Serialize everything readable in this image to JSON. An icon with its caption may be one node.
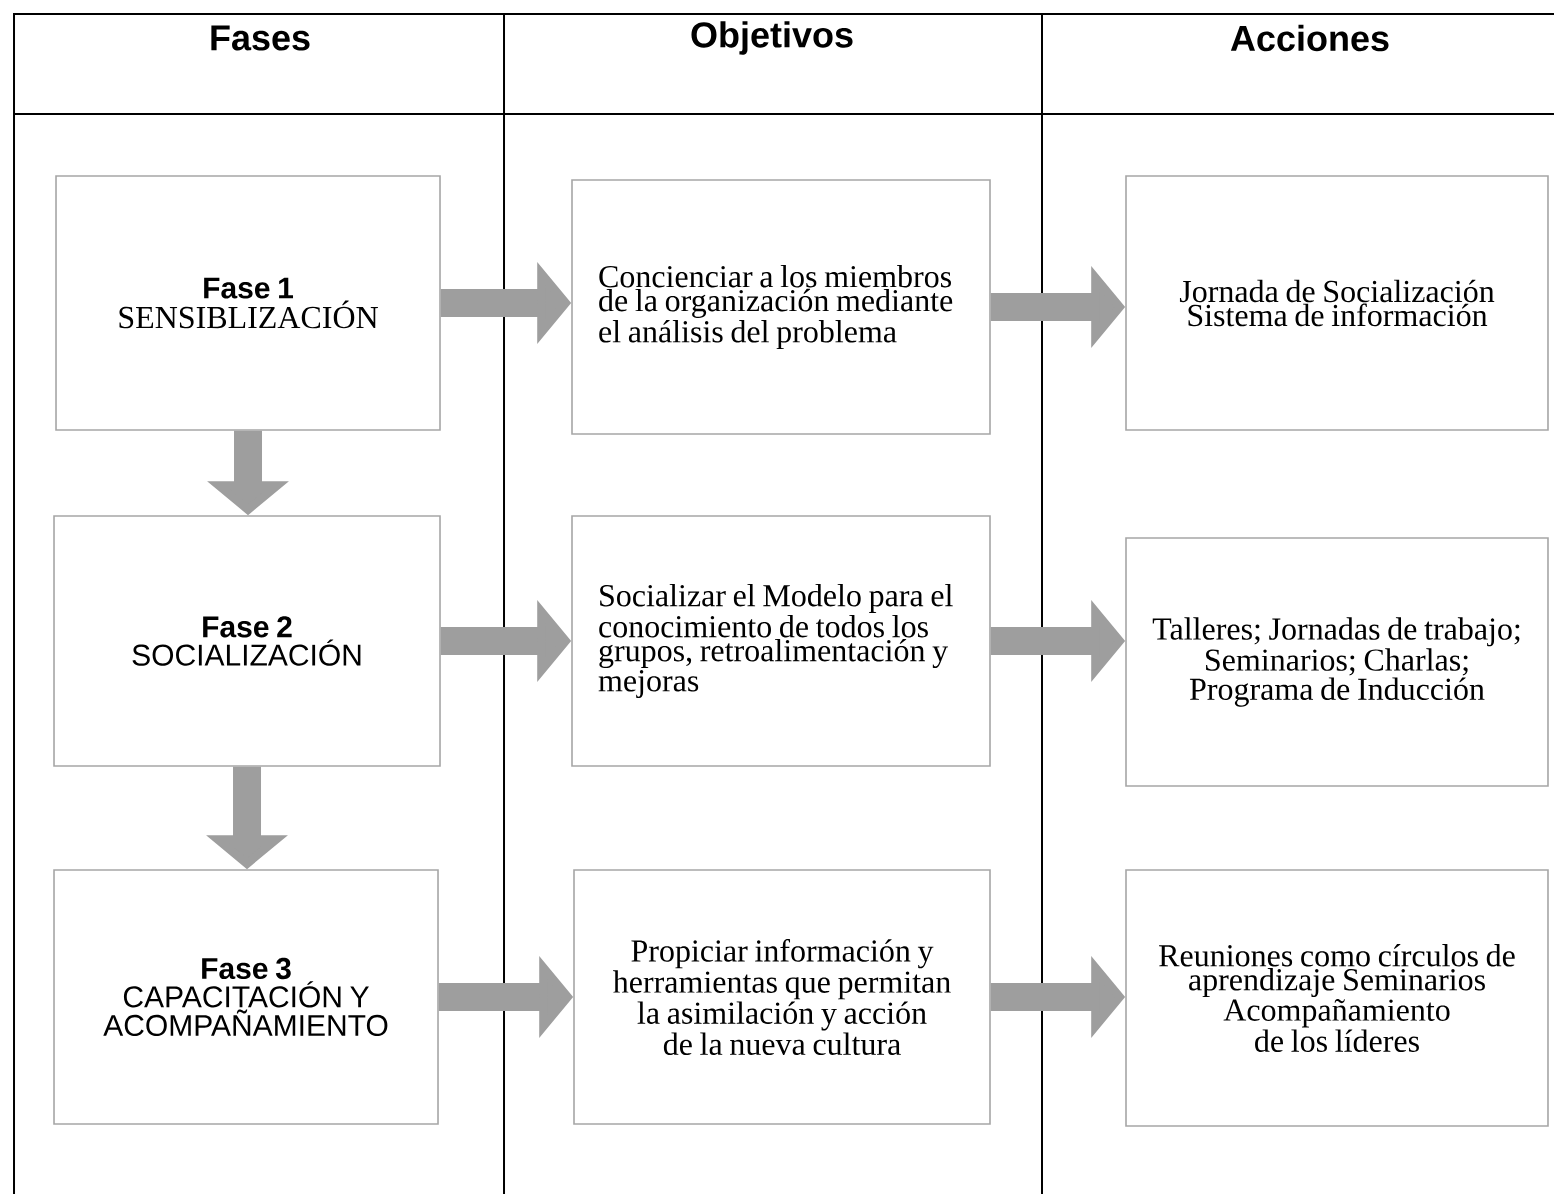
{
  "diagram": {
    "nodes": [
      {
        "text": [
          "Fase 1",
          "SENSIBLIZACIÓN"
        ]
      },
      {
        "text": [
          "Concienciar a los miembros de la organización mediante el análisis del problema"
        ]
      },
      {
        "text": [
          "Jornada de Socialización Sistema de información"
        ]
      },
      {
        "text": [
          "Fase 2",
          "SOCIALIZACIÓN"
        ]
      },
      {
        "text": [
          "Socializar el Modelo para el conocimiento de todos los grupos, retroalimentación y mejoras"
        ]
      },
      {
        "text": [
          "Talleres; Jornadas de trabajo; Seminarios; Charlas; Programa de Inducción"
        ]
      },
      {
        "text": [
          "Fase 3",
          "CAPACITACIÓN Y ACOMPAÑAMIENTO"
        ]
      },
      {
        "text": [
          "Propiciar información y herramientas que permitan la asimilación y acción de la nueva cultura"
        ]
      },
      {
        "text": [
          "Reuniones como círculos de aprendizaje Seminarios Acompañamiento de los líderes"
        ]
      }
    ],
    "edges": [
      {
        "from": 0,
        "to": 1,
        "arrow": "to"
      },
      {
        "from": 1,
        "to": 2,
        "arrow": "to"
      },
      {
        "from": 0,
        "to": 3,
        "arrow": "to"
      },
      {
        "from": 3,
        "to": 4,
        "arrow": "to"
      },
      {
        "from": 4,
        "to": 5,
        "arrow": "to"
      },
      {
        "from": 3,
        "to": 6,
        "arrow": "to"
      },
      {
        "from": 6,
        "to": 7,
        "arrow": "to"
      },
      {
        "from": 7,
        "to": 8,
        "arrow": "to"
      }
    ],
    "labels": [
      "Fases",
      "Objetivos",
      "Acciones"
    ]
  }
}
